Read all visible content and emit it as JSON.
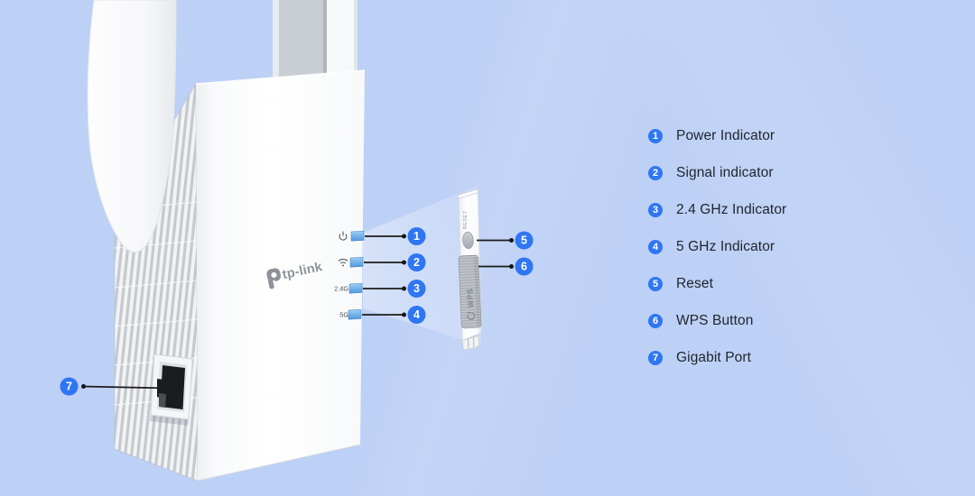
{
  "colors": {
    "background": "#bdd0f5",
    "badge_blue": "#2f76f2",
    "led_blue": "#58a5e8",
    "text_dark": "#20262e",
    "button_gray": "#b1b6bd"
  },
  "device": {
    "brand": "tp-link",
    "led_band_labels": {
      "band_2_4": "2.4G",
      "band_5": "5G"
    },
    "side": {
      "reset_text": "RESET",
      "wps_text": "WPS"
    },
    "callout_numbers": [
      "1",
      "2",
      "3",
      "4",
      "5",
      "6",
      "7"
    ]
  },
  "legend": {
    "items": [
      {
        "number": "1",
        "label": "Power Indicator"
      },
      {
        "number": "2",
        "label": "Signal indicator"
      },
      {
        "number": "3",
        "label": "2.4 GHz Indicator"
      },
      {
        "number": "4",
        "label": "5 GHz Indicator"
      },
      {
        "number": "5",
        "label": "Reset"
      },
      {
        "number": "6",
        "label": "WPS Button"
      },
      {
        "number": "7",
        "label": "Gigabit Port"
      }
    ]
  }
}
